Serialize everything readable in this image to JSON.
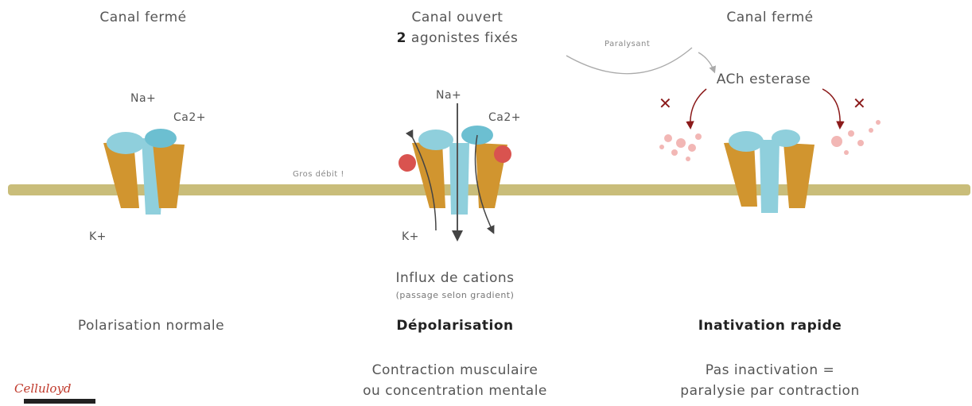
{
  "panels": [
    {
      "header": "Canal fermé",
      "ions_top": [
        "Na+",
        "Ca2+"
      ],
      "ion_bottom": "K+",
      "state": "Polarisation normale"
    },
    {
      "header_line1": "Canal ouvert",
      "header_line2_num": "2",
      "header_line2_text": "agonistes fixés",
      "ions_top": [
        "Na+",
        "Ca2+"
      ],
      "ion_bottom": "K+",
      "flow_label": "Gros débit !",
      "influx_title": "Influx de cations",
      "influx_sub": "(passage selon gradient)",
      "state": "Dépolarisation",
      "effect_line1": "Contraction musculaire",
      "effect_line2": "ou concentration mentale"
    },
    {
      "header": "Canal fermé",
      "paralysant": "Paralysant",
      "enzyme": "ACh esterase",
      "blocked_mark": "✕",
      "state": "Inativation rapide",
      "effect_line1": "Pas inactivation =",
      "effect_line2": "paralysie par contraction"
    }
  ],
  "logo": "Celluloyd",
  "colors": {
    "membrane": "#c9bd7a",
    "channel_blue": "#8fcfdc",
    "channel_gold": "#d1952f",
    "agonist_red": "#d9534f",
    "inhibit_red": "#8b1a1a"
  }
}
